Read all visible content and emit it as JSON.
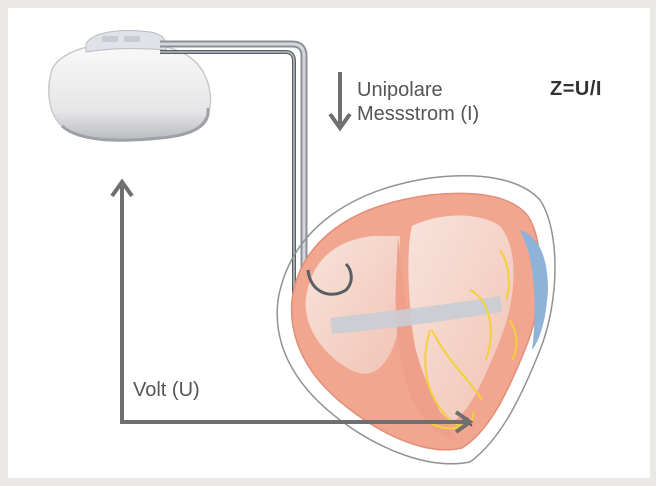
{
  "labels": {
    "current_line1": "Unipolare",
    "current_line2": "Messstrom (I)",
    "formula": "Z=U/I",
    "voltage": "Volt (U)"
  },
  "colors": {
    "background": "#ebe9e6",
    "arrow": "#6f6f6f",
    "heart_outer": "#f2a58f",
    "heart_inner": "#f7d9cf",
    "conduction": "#f2d13a",
    "lead": "#5a5f66"
  }
}
